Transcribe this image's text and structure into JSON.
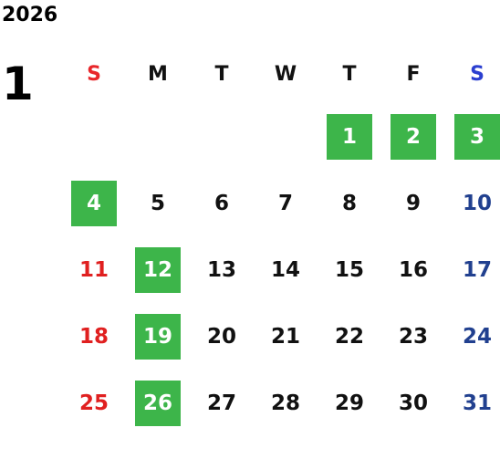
{
  "calendar": {
    "year": "2026",
    "month": "1",
    "weekdays": [
      "S",
      "M",
      "T",
      "W",
      "T",
      "F",
      "S"
    ],
    "weeks": [
      [
        "",
        "",
        "",
        "",
        "1",
        "2",
        "3"
      ],
      [
        "4",
        "5",
        "6",
        "7",
        "8",
        "9",
        "10"
      ],
      [
        "11",
        "12",
        "13",
        "14",
        "15",
        "16",
        "17"
      ],
      [
        "18",
        "19",
        "20",
        "21",
        "22",
        "23",
        "24"
      ],
      [
        "25",
        "26",
        "27",
        "28",
        "29",
        "30",
        "31"
      ]
    ],
    "highlighted_days": [
      "1",
      "2",
      "3",
      "4",
      "12",
      "19",
      "26"
    ],
    "colors": {
      "highlight": "#3db54a",
      "sunday": "#e02020",
      "saturday": "#21408f",
      "saturday_header": "#2b3fd0",
      "sunday_header": "#e8262a",
      "text": "#111111"
    }
  }
}
